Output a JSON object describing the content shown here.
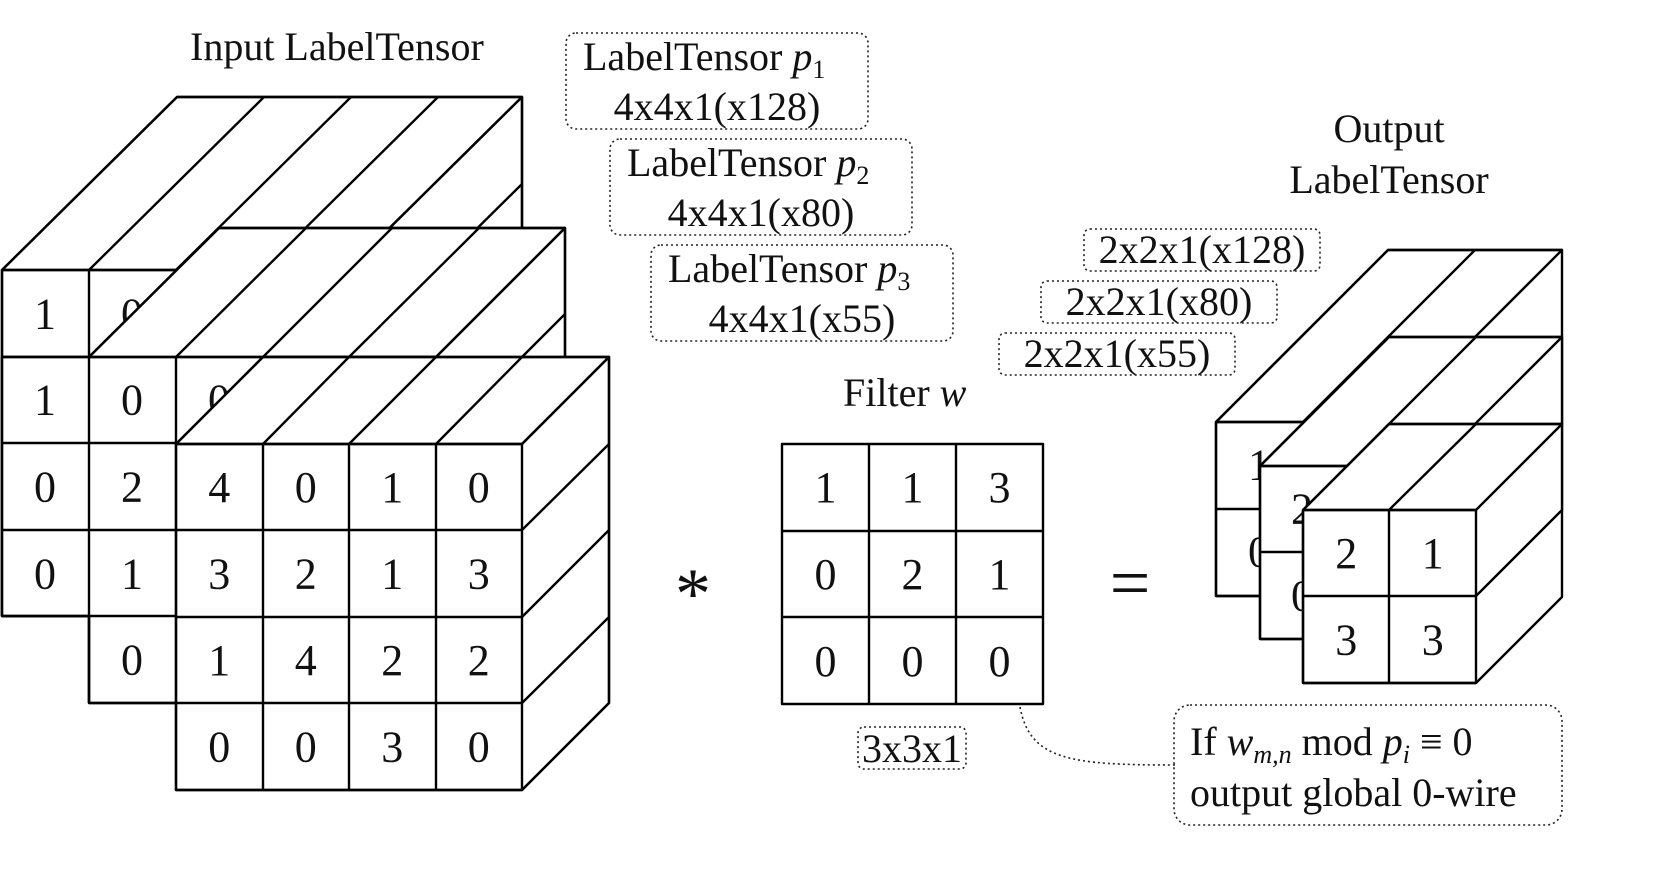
{
  "input": {
    "title": "Input LabelTensor",
    "back_layer": [
      [
        "1",
        "0"
      ],
      [
        "1",
        "0"
      ]
    ],
    "mid_layer": [
      [
        "0"
      ],
      [
        "0",
        "2"
      ],
      [
        "0",
        "1"
      ],
      [
        "0"
      ]
    ],
    "front_layer": [
      [
        "4",
        "0",
        "1",
        "0"
      ],
      [
        "3",
        "2",
        "1",
        "3"
      ],
      [
        "1",
        "4",
        "2",
        "2"
      ],
      [
        "0",
        "0",
        "3",
        "0"
      ]
    ]
  },
  "tensors": [
    {
      "name": "LabelTensor",
      "sym": "p",
      "sub": "1",
      "shape": "4x4x1(x128)"
    },
    {
      "name": "LabelTensor",
      "sym": "p",
      "sub": "2",
      "shape": "4x4x1(x80)"
    },
    {
      "name": "LabelTensor",
      "sym": "p",
      "sub": "3",
      "shape": "4x4x1(x55)"
    }
  ],
  "output_shapes": [
    "2x2x1(x128)",
    "2x2x1(x80)",
    "2x2x1(x55)"
  ],
  "filter": {
    "title": "Filter",
    "sym": "w",
    "grid": [
      [
        "1",
        "1",
        "3"
      ],
      [
        "0",
        "2",
        "1"
      ],
      [
        "0",
        "0",
        "0"
      ]
    ],
    "shape": "3x3x1"
  },
  "operators": {
    "conv": "*",
    "equals": "="
  },
  "output": {
    "title_line1": "Output",
    "title_line2": "LabelTensor",
    "back_layer": [
      "1",
      "0"
    ],
    "mid_layer": [
      "2",
      "0"
    ],
    "front_layer": [
      [
        "2",
        "1"
      ],
      [
        "3",
        "3"
      ]
    ]
  },
  "note": {
    "line1_prefix": "If",
    "w": "w",
    "w_sub": "m,n",
    "mod": "mod",
    "p": "p",
    "p_sub": "i",
    "equiv": "≡ 0",
    "line2": "output global 0-wire"
  }
}
